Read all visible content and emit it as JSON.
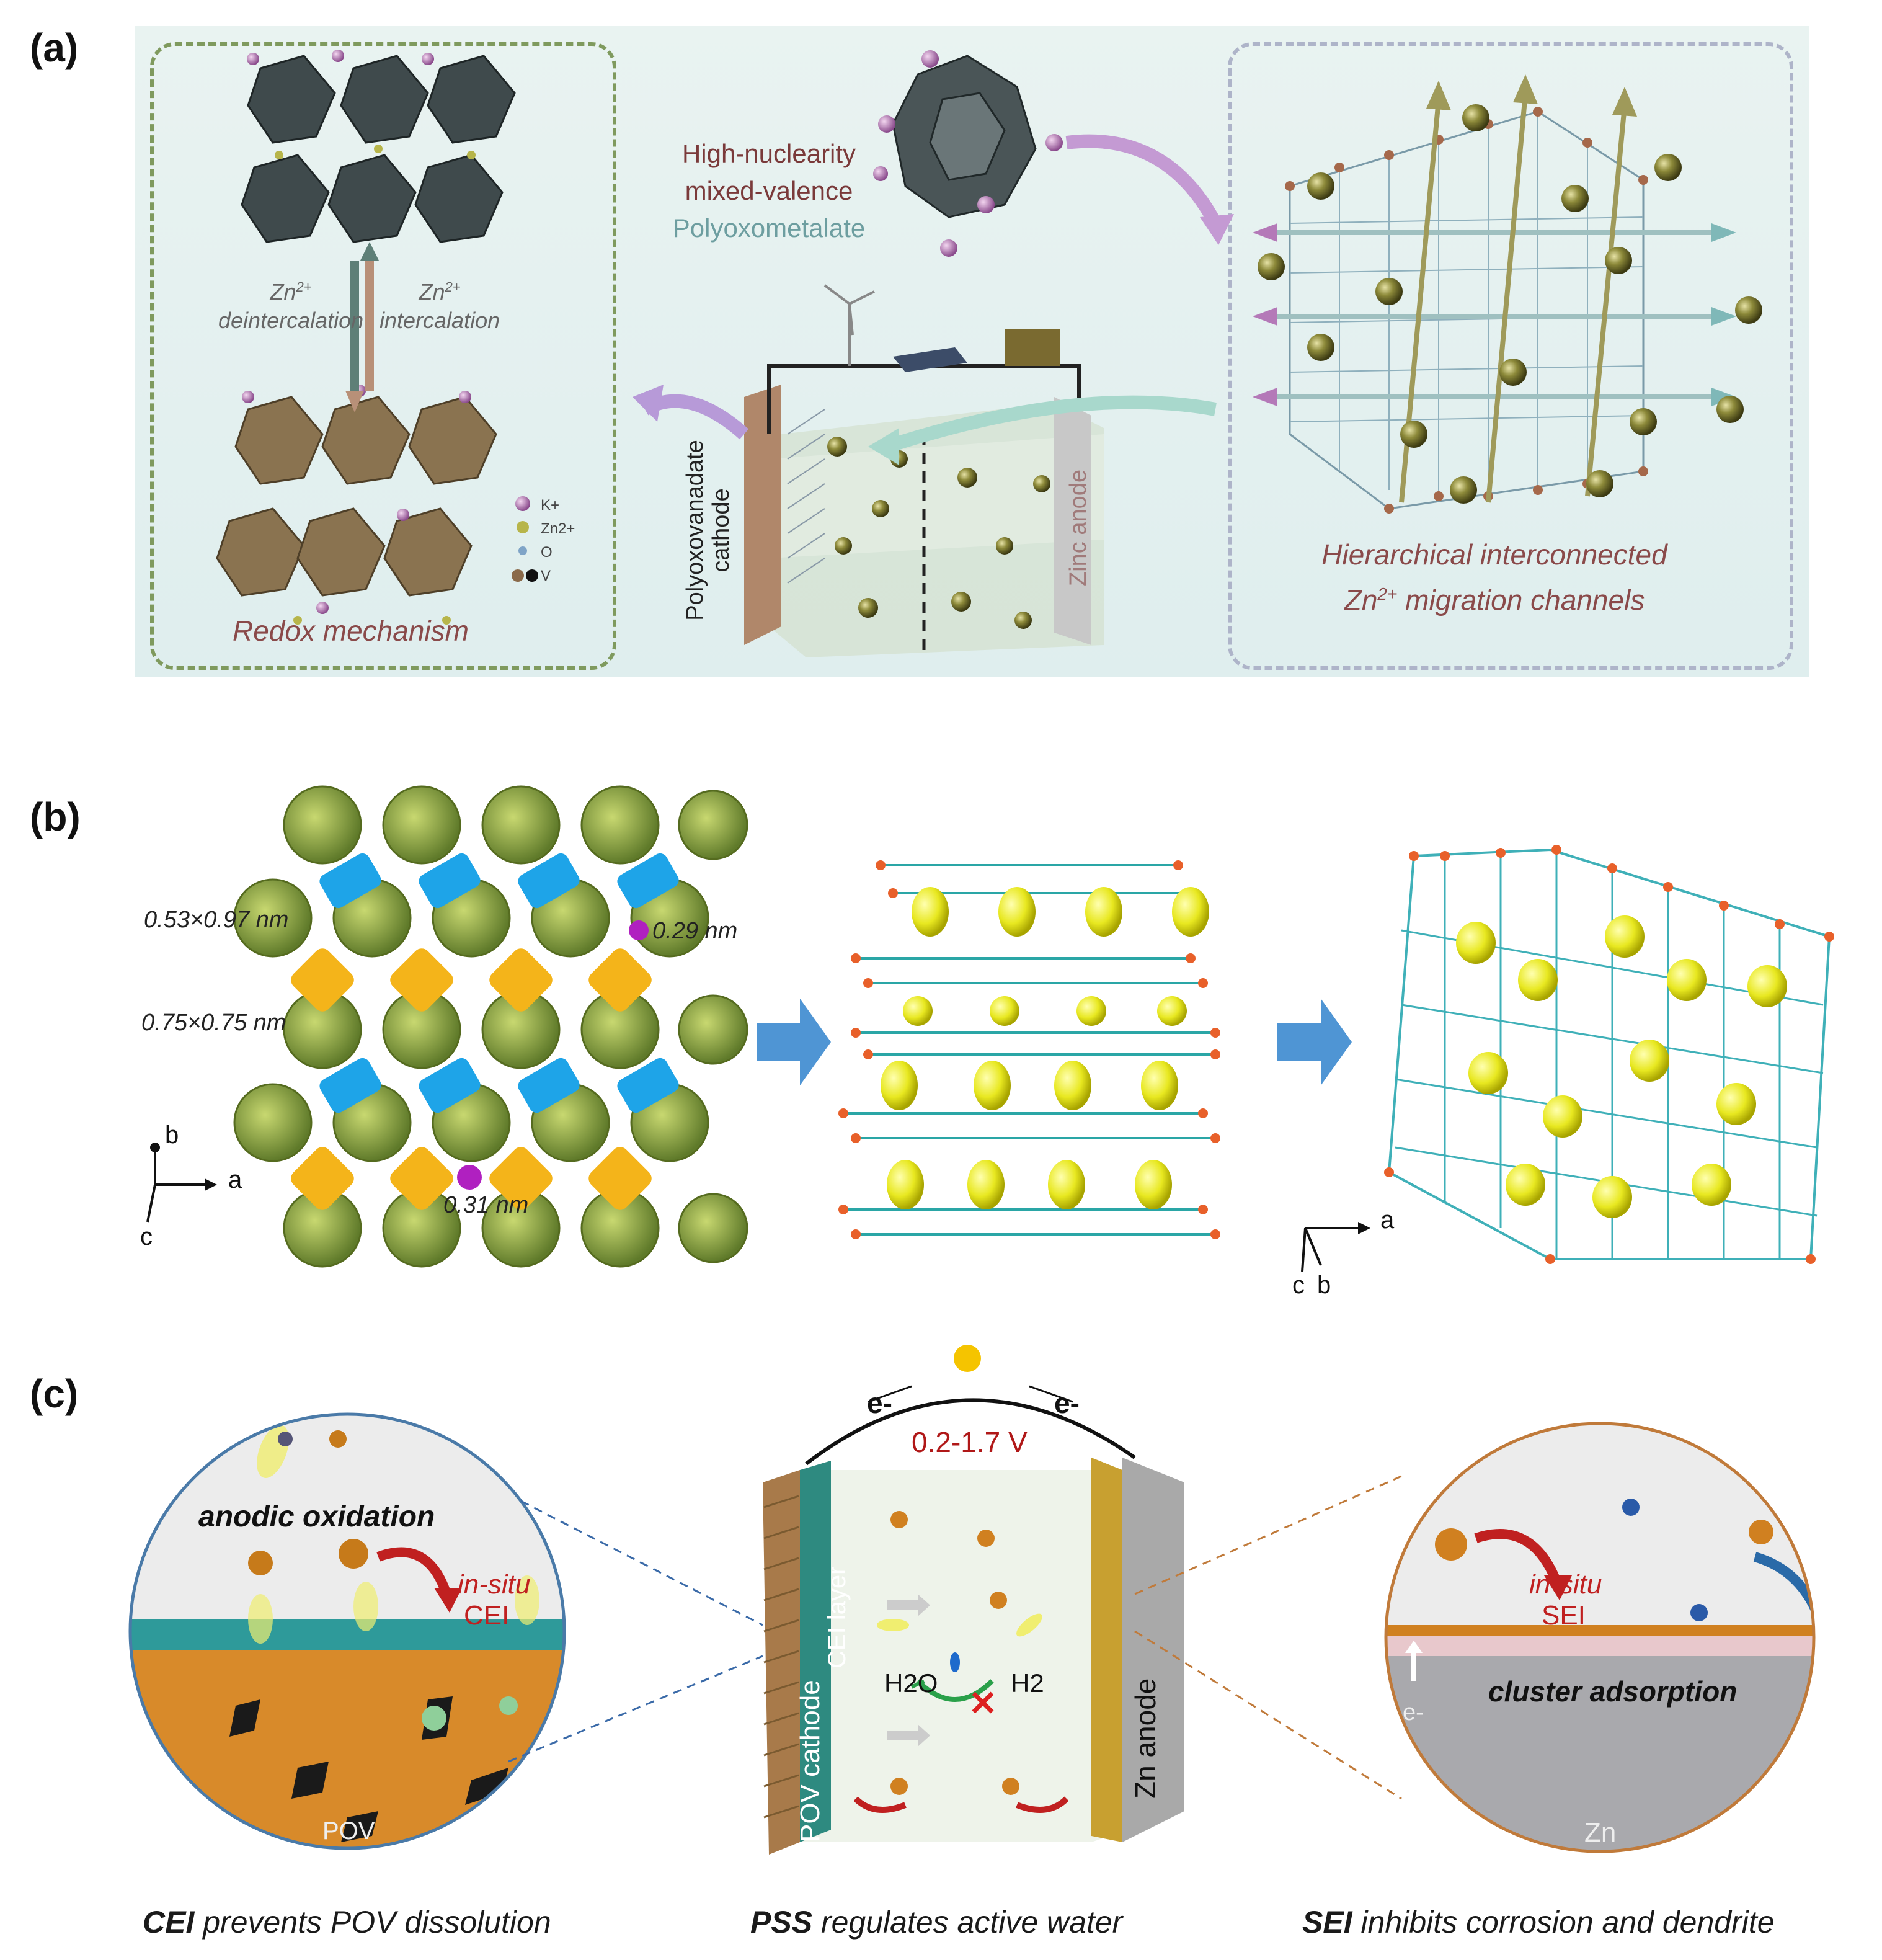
{
  "panel_a": {
    "label": "(a)",
    "left_box": {
      "deint": "Zn2+ deintercalation",
      "deint_l1": "Zn",
      "deint_sup": "2+",
      "deint_l2": "deintercalation",
      "int_l1": "Zn",
      "int_sup": "2+",
      "int_l2": "intercalation",
      "caption": "Redox mechanism",
      "legend": [
        "K+",
        "Zn2+",
        "O",
        "V"
      ]
    },
    "center": {
      "title_l1": "High-nuclearity",
      "title_l2": "mixed-valence",
      "title_l3": "Polyoxometalate",
      "cathode_l1": "Polyoxovanadate",
      "cathode_l2": "cathode",
      "anode": "Zinc anode"
    },
    "right_box": {
      "cap_l1": "Hierarchical interconnected",
      "cap_l2_a": "Zn",
      "cap_l2_sup": "2+",
      "cap_l2_b": " migration channels"
    }
  },
  "panel_b": {
    "label": "(b)",
    "dim1": "0.53×0.97 nm",
    "dim2": "0.75×0.75 nm",
    "dim3": "0.29 nm",
    "dim4": "0.31 nm",
    "axes_left": [
      "b",
      "a",
      "c"
    ],
    "axes_right": [
      "a",
      "c",
      "b"
    ]
  },
  "panel_c": {
    "label": "(c)",
    "left": {
      "title": "anodic oxidation",
      "insitu": "in-situ",
      "cei": "CEI",
      "pov": "POV"
    },
    "center": {
      "eminus_l": "e-",
      "eminus_r": "e-",
      "voltage": "0.2-1.7 V",
      "cathode": "POV cathode",
      "cei_layer": "CEI layer",
      "h2o": "H2O",
      "h2": "H2",
      "anode": "Zn anode"
    },
    "right": {
      "insitu": "in-situ",
      "sei": "SEI",
      "title": "cluster adsorption",
      "eminus": "e-",
      "zn": "Zn"
    },
    "captions": {
      "c1_bold": "CEI",
      "c1_rest": " prevents POV dissolution",
      "c2_bold": "PSS",
      "c2_rest": " regulates active water",
      "c3_bold": "SEI",
      "c3_rest": " inhibits corrosion and dendrite"
    }
  }
}
